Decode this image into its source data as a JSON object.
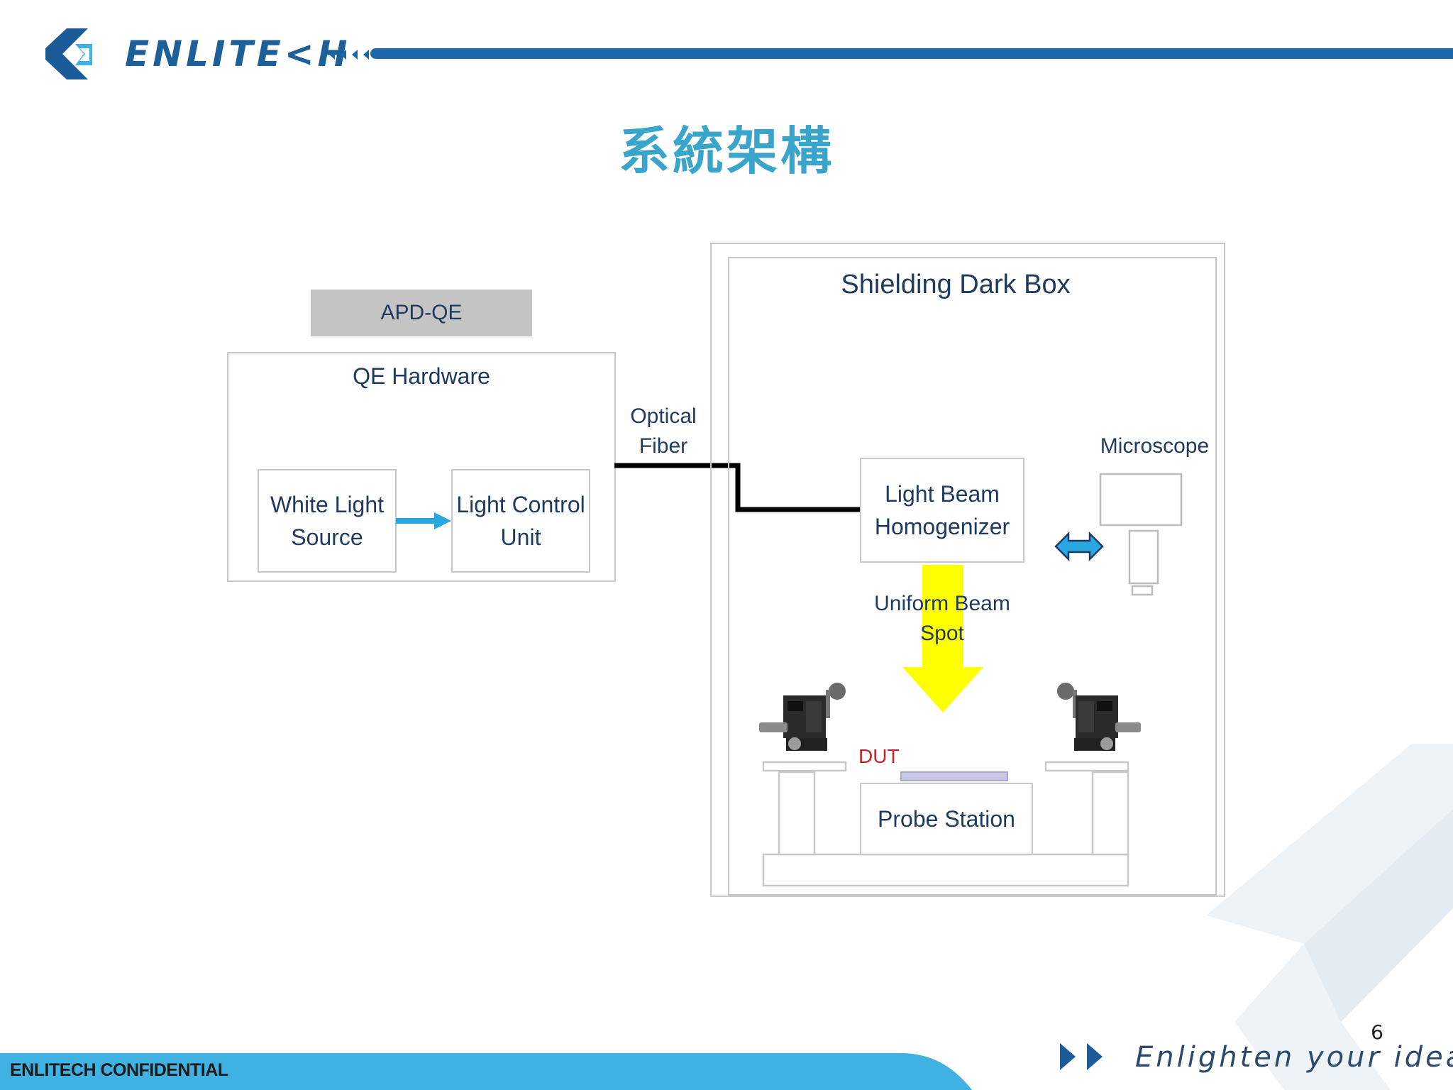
{
  "header": {
    "logo_text": "ENLITE<H"
  },
  "title": "系統架構",
  "diagram": {
    "apd_qe_label": "APD-QE",
    "qe_hardware_title": "QE Hardware",
    "white_light_label": "White Light Source",
    "light_control_label": "Light Control Unit",
    "optical_fiber_label": "Optical Fiber",
    "dark_box_title": "Shielding Dark Box",
    "homogenizer_label": "Light Beam Homogenizer",
    "microscope_label": "Microscope",
    "uniform_beam_label": "Uniform Beam Spot",
    "dut_label": "DUT",
    "probe_station_label": "Probe Station"
  },
  "page_number": "6",
  "footer": {
    "confidential": "ENLITECH CONFIDENTIAL",
    "tagline": "Enlighten your idea."
  },
  "colors": {
    "brand_blue": "#1b67a9",
    "title_teal": "#3aa5cb",
    "footer_blue": "#3fb2e3",
    "arrow_blue": "#2aa6e0",
    "beam_yellow": "#ffff00",
    "dut_red": "#c0262c"
  },
  "icons": {
    "logo": "enlitech-k-logo-icon",
    "header_chevrons": "triple-chevron-left-icon",
    "footer_play": "double-play-icon"
  }
}
